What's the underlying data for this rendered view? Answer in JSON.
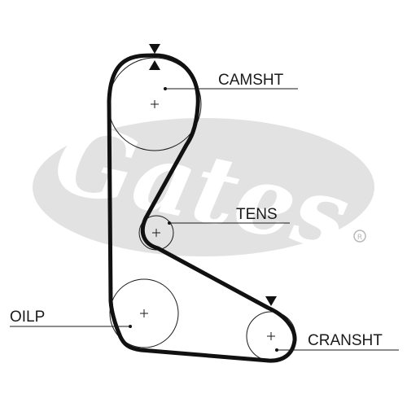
{
  "watermark": {
    "text": "Gates",
    "color": "#e2e2e2",
    "ring_color": "#b8b8b8"
  },
  "belt_color": "#111111",
  "pulleys": {
    "camshaft": {
      "label": "CAMSHT"
    },
    "tensioner": {
      "label": "TENS"
    },
    "oil_pump": {
      "label": "OILP"
    },
    "crankshaft": {
      "label": "CRANSHT"
    }
  },
  "timing_marks": [
    "camshaft-timing-mark",
    "crankshaft-timing-mark"
  ]
}
